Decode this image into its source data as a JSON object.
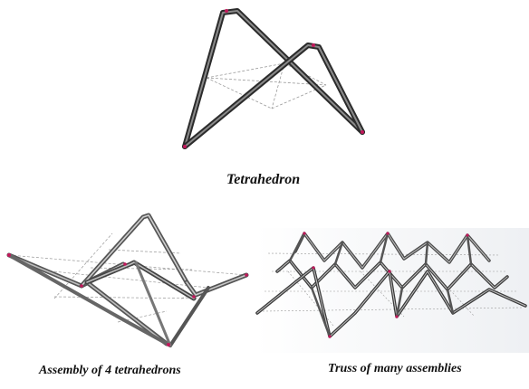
{
  "captions": {
    "tetrahedron": "Tetrahedron",
    "assembly": "Assembly of 4 tetrahedrons",
    "truss": "Truss of many assemblies"
  },
  "colors": {
    "rod_dark": "#2b2b2b",
    "rod_mid": "#6f6f6f",
    "rod_light": "#c8c8c8",
    "joint_accent": "#c2185b",
    "dashed_edge": "#9a9a9a",
    "truss_background": "#eef0f3"
  }
}
